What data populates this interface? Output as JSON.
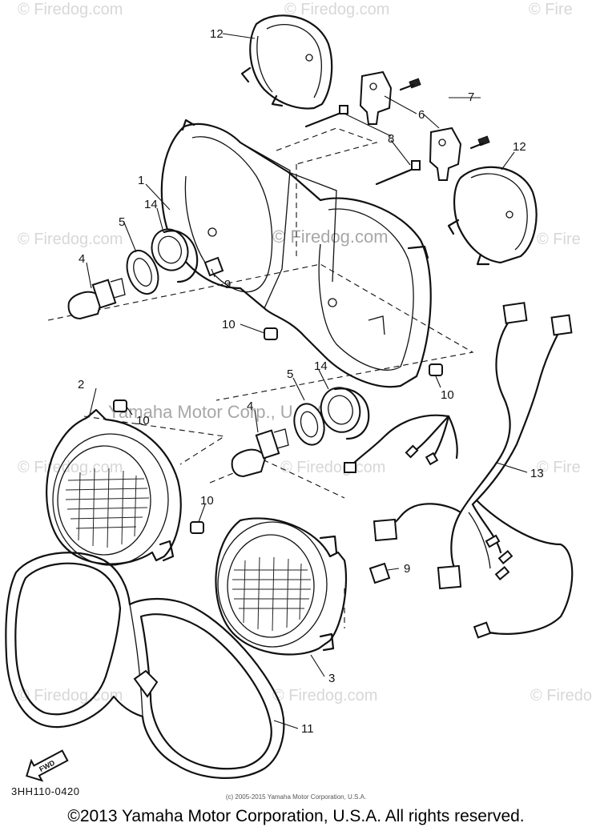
{
  "watermarks": {
    "brand": "© Firedog.com",
    "brand_short": "© Fire",
    "brand_tail": "© Firedo",
    "dealer": "Yamaha Motor Corp., U.S.A."
  },
  "callouts": {
    "c1": "1",
    "c2": "2",
    "c3": "3",
    "c4a": "4",
    "c4b": "4",
    "c5a": "5",
    "c5b": "5",
    "c6": "6",
    "c7": "7",
    "c8": "8",
    "c9a": "9",
    "c9b": "9",
    "c10a": "10",
    "c10b": "10",
    "c10c": "10",
    "c10d": "10",
    "c11": "11",
    "c12a": "12",
    "c12b": "12",
    "c13": "13",
    "c14a": "14",
    "c14b": "14"
  },
  "fwd_label": "FWD",
  "diagram_code": "3HH110-0420",
  "small_copyright": "(c) 2005-2015 Yamaha Motor Corporation, U.S.A.",
  "footer_copyright": "©2013 Yamaha Motor Corporation, U.S.A. All rights reserved."
}
